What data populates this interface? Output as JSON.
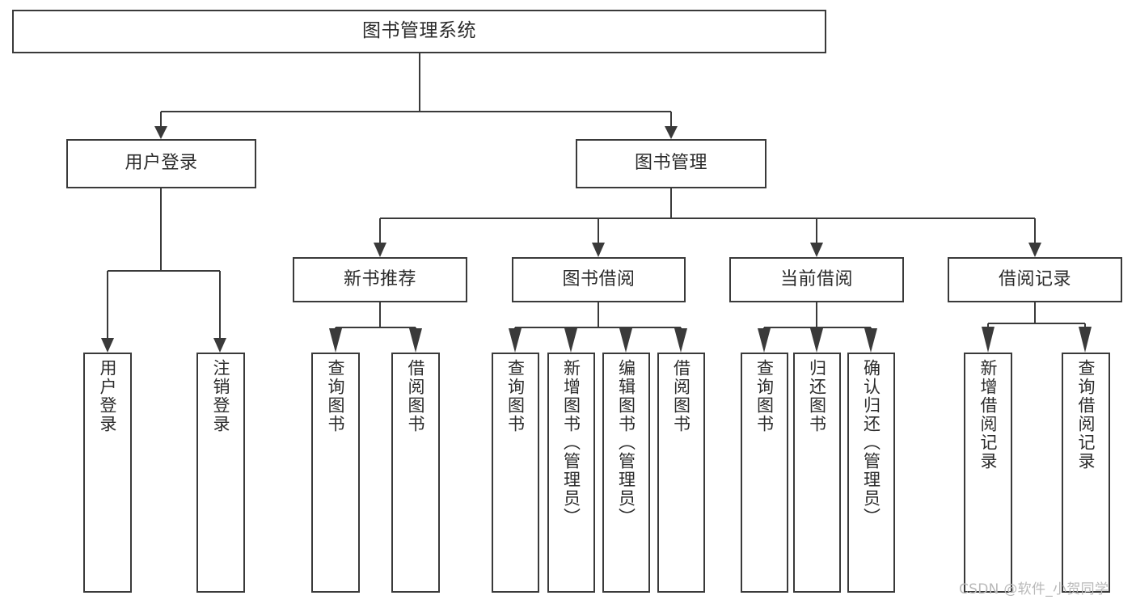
{
  "diagram": {
    "title": "图书管理系统",
    "watermark": "CSDN @软件_小贺同学",
    "colors": {
      "stroke": "#3a3a3a",
      "background": "#ffffff",
      "text": "#2b2b2b",
      "watermark": "#b9b9b9"
    }
  },
  "nodes": {
    "root": {
      "label": "图书管理系统"
    },
    "level2": [
      {
        "label": "用户登录"
      },
      {
        "label": "图书管理"
      }
    ],
    "level3": [
      {
        "label": "新书推荐"
      },
      {
        "label": "图书借阅"
      },
      {
        "label": "当前借阅"
      },
      {
        "label": "借阅记录"
      }
    ],
    "leaves": {
      "user_login": [
        {
          "label": "用户登录"
        },
        {
          "label": "注销登录"
        }
      ],
      "new_book_recommend": [
        {
          "label": "查询图书"
        },
        {
          "label": "借阅图书"
        }
      ],
      "book_borrow": [
        {
          "label": "查询图书"
        },
        {
          "label": "新增图书（管理员）"
        },
        {
          "label": "编辑图书（管理员）"
        },
        {
          "label": "借阅图书"
        }
      ],
      "current_borrow": [
        {
          "label": "查询图书"
        },
        {
          "label": "归还图书"
        },
        {
          "label": "确认归还（管理员）"
        }
      ],
      "borrow_record": [
        {
          "label": "新增借阅记录"
        },
        {
          "label": "查询借阅记录"
        }
      ]
    }
  }
}
